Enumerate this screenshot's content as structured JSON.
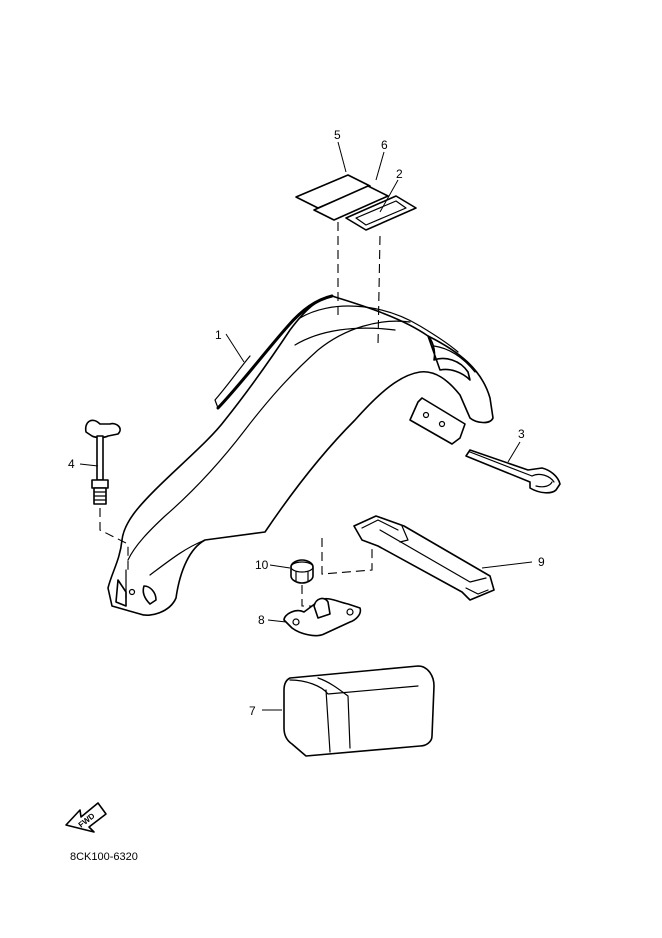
{
  "diagram": {
    "callouts": {
      "c1": "1",
      "c2": "2",
      "c3": "3",
      "c4": "4",
      "c5": "5",
      "c6": "6",
      "c7": "7",
      "c8": "8",
      "c9": "9",
      "c10": "10"
    },
    "fwd_label": "FWD",
    "diagram_code": "8CK100-6320"
  }
}
